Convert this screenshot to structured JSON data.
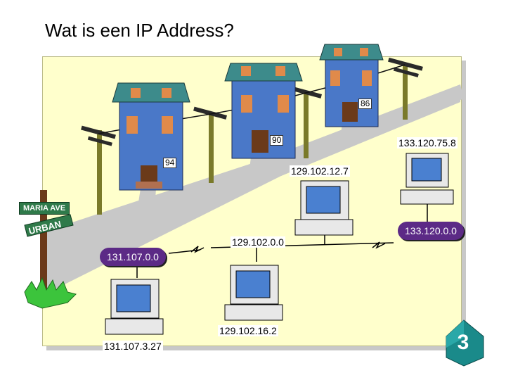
{
  "title": "Wat is een IP Address?",
  "street_sign": {
    "name": "MARIA AVE",
    "district": "URBAN"
  },
  "house_numbers": {
    "house_left": "94",
    "house_middle": "90",
    "house_right": "86"
  },
  "network_labels": {
    "left": "131.107.0.0",
    "middle": "129.102.0.0",
    "right": "133.120.0.0"
  },
  "host_labels": {
    "top_right": "133.120.75.8",
    "middle_upper": "129.102.12.7",
    "middle_lower": "129.102.16.2",
    "bottom_left": "131.107.3.27"
  },
  "slide_number": "3",
  "colors": {
    "panel": "#ffffcc",
    "network_badge": "#5c2a86",
    "house": "#4a78c8",
    "roof": "#3d8b8b",
    "road": "#c8c8c8",
    "slide_badge": "#1a8a8a"
  }
}
